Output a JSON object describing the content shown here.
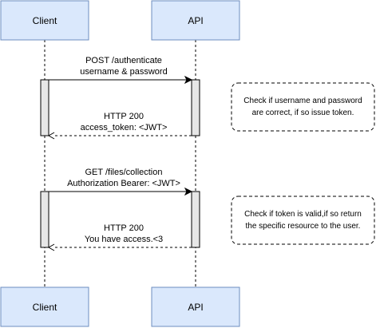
{
  "participants": {
    "client_label": "Client",
    "api_label": "API"
  },
  "messages": [
    {
      "line1": "POST /authenticate",
      "line2": "username & password",
      "direction": "request"
    },
    {
      "line1": "HTTP 200",
      "line2": "access_token: <JWT>",
      "direction": "response"
    },
    {
      "line1": "GET /files/collection",
      "line2": "Authorization Bearer: <JWT>",
      "direction": "request"
    },
    {
      "line1": "HTTP 200",
      "line2": "You have access.<3",
      "direction": "response"
    }
  ],
  "notes": [
    {
      "line1": "Check if username and password",
      "line2": "are correct, if so issue token."
    },
    {
      "line1": "Check if token is valid,if so return",
      "line2": "the specific resource to the user."
    }
  ],
  "colors": {
    "participant_fill": "#dae8fc",
    "participant_stroke": "#6c8ebf",
    "activation_fill": "#e6e6e6",
    "line": "#000000",
    "note_stroke": "#000000"
  }
}
